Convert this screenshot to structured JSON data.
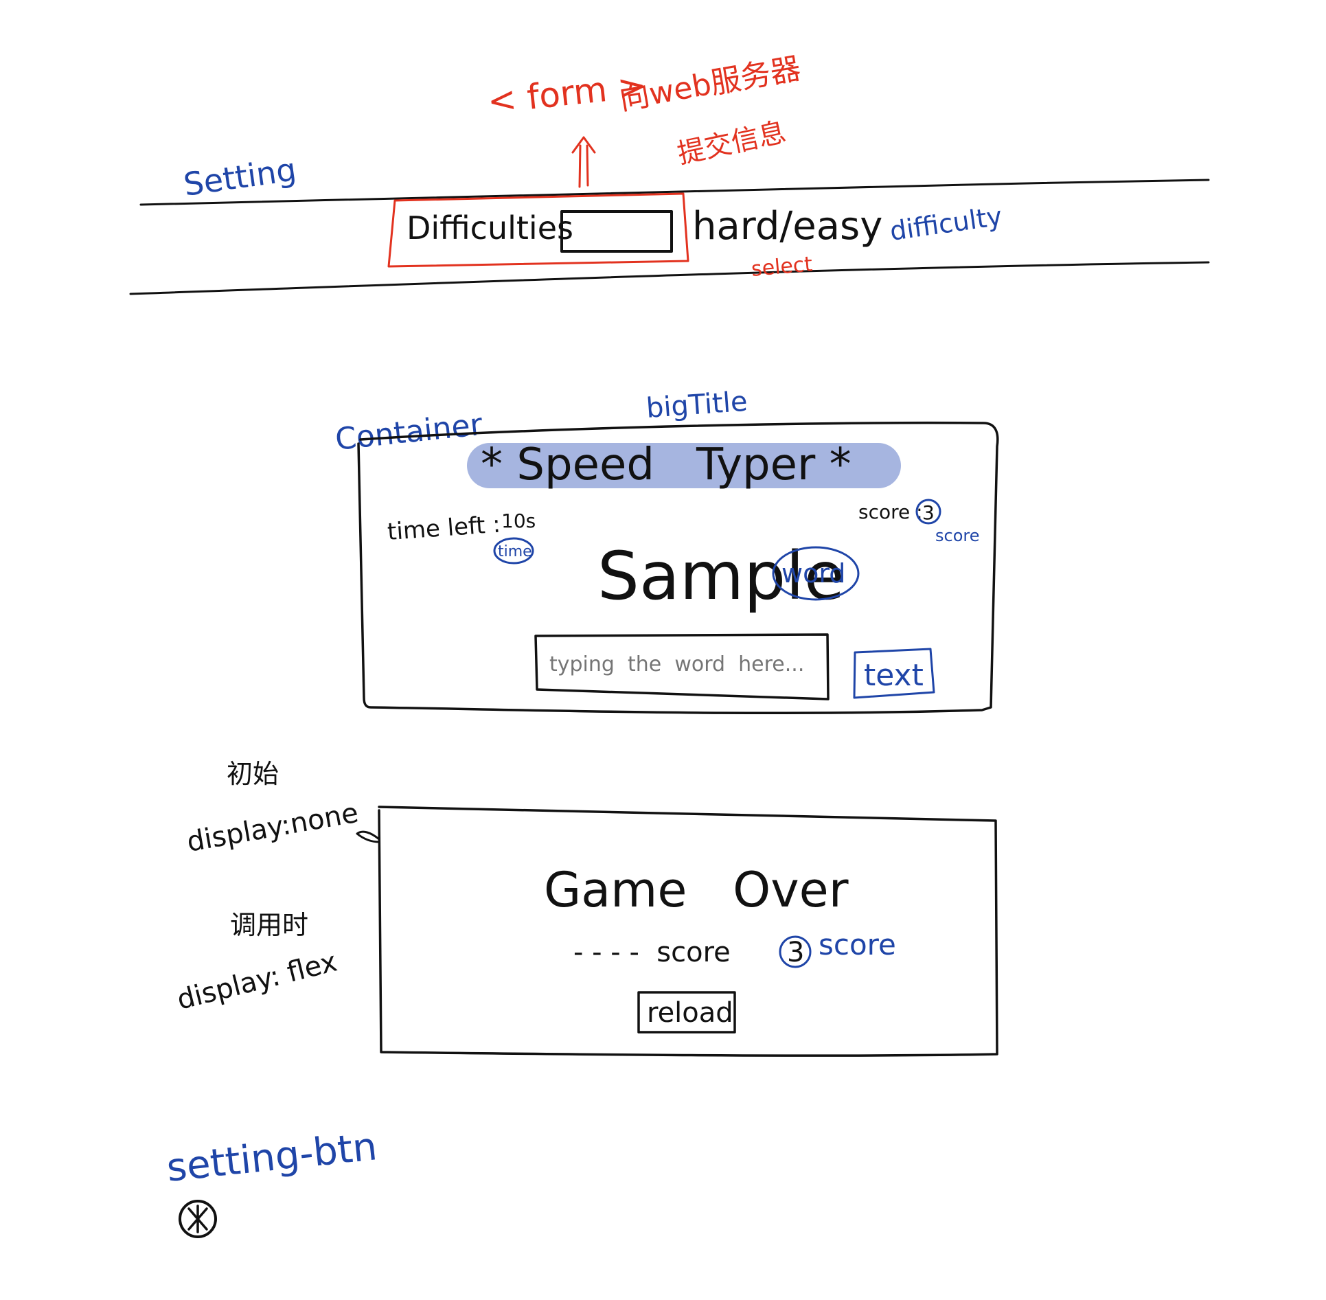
{
  "colors": {
    "ink": "#111111",
    "blue_annotation": "#1f45a8",
    "red_annotation": "#e2321f",
    "title_highlight": "#a6b5e0",
    "background": "#ffffff"
  },
  "settings_bar": {
    "annotation": "Setting",
    "label": "Difficulties",
    "options": "hard/easy",
    "select_annotation": "select",
    "id_annotation": "difficulty"
  },
  "form_note": {
    "tag": "< form >",
    "line1": "向web服务器",
    "line2": "提交信息"
  },
  "container": {
    "annotation": "Container",
    "title_annotation": "bigTitle",
    "title": "* Speed   Typer *",
    "time_label": "time left :",
    "time_value": "10s",
    "time_annotation": "time",
    "score_label": "score :",
    "score_value": "3",
    "score_annotation": "score",
    "word": "Sample",
    "word_annotation": "word",
    "input_placeholder": "typing  the  word  here...",
    "input_annotation": "text"
  },
  "end_game": {
    "note_initial": "初始",
    "note_display_none": "display:none",
    "note_when_called": "调用时",
    "note_display_flex": "display: flex",
    "title": "Game   Over",
    "score_label": "- - - -  score",
    "score_value": "3",
    "score_annotation": "score",
    "reload_label": "reload"
  },
  "settings_button": {
    "annotation": "setting-btn",
    "icon": "settings-gear-icon"
  }
}
